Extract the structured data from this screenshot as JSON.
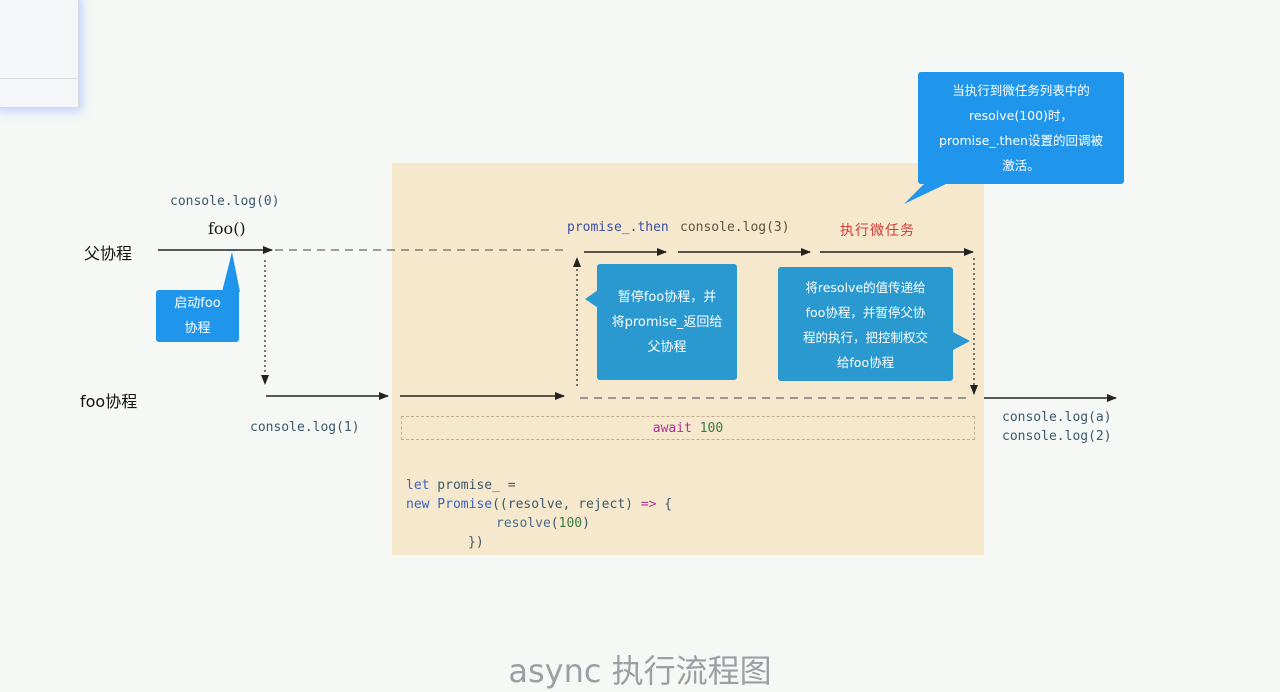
{
  "lanes": {
    "parent": "父协程",
    "foo": "foo协程"
  },
  "labels": {
    "console_log_0": "console.log(0)",
    "foo_call": "foo()",
    "promise_then": "promise_.then",
    "console_log_3": "console.log(3)",
    "exec_microtask": "执行微任务",
    "console_log_1": "console.log(1)",
    "await_kw": "await",
    "await_val": "100",
    "console_log_a": "console.log(a)",
    "console_log_2": "console.log(2)"
  },
  "callouts": {
    "start_foo": [
      "启动foo",
      "协程"
    ],
    "pause_foo": [
      "暂停foo协程，并",
      "将promise_返回给",
      "父协程"
    ],
    "pass_resolve": [
      "将resolve的值传递给",
      "foo协程，并暂停父协",
      "程的执行，把控制权交",
      "给foo协程"
    ],
    "microtask_note": [
      "当执行到微任务列表中的",
      "resolve(100)时，",
      "promise_.then设置的回调被",
      "激活。"
    ]
  },
  "code": {
    "line1_kw": "let",
    "line1_rest": " promise_ =",
    "line2_kw": "new",
    "line2_cls": " Promise",
    "line2_rest": "((resolve, reject) ",
    "line2_arrow": "=>",
    "line2_brace": " {",
    "line3_fn": "resolve",
    "line3_open": "(",
    "line3_num": "100",
    "line3_close": ")",
    "line4": "})"
  },
  "caption": "async 执行流程图",
  "colors": {
    "panel": "#f6e8cc",
    "callout_blue": "#1f96ec",
    "callout_teal": "#2a99cf",
    "keyword": "#3a63c4",
    "await": "#b0309a",
    "microtask_label": "#d23a3a"
  }
}
